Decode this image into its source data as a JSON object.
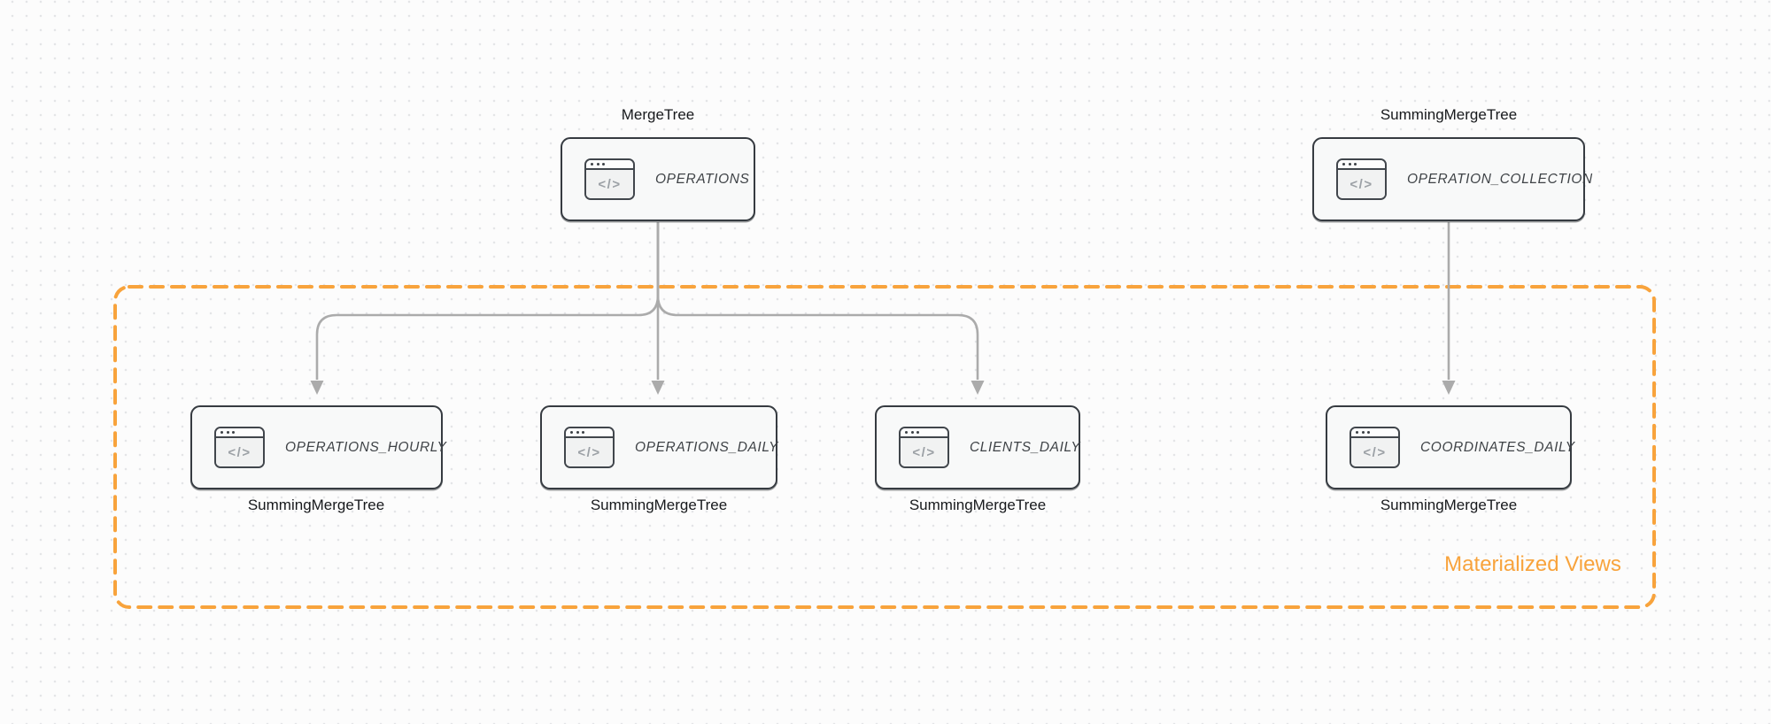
{
  "diagram": {
    "group_label": "Materialized Views",
    "icon_glyph": "</>",
    "nodes": {
      "operations": {
        "title": "OPERATIONS",
        "engine": "MergeTree"
      },
      "operation_collection": {
        "title": "OPERATION_COLLECTION",
        "engine": "SummingMergeTree"
      },
      "operations_hourly": {
        "title": "OPERATIONS_HOURLY",
        "engine": "SummingMergeTree"
      },
      "operations_daily": {
        "title": "OPERATIONS_DAILY",
        "engine": "SummingMergeTree"
      },
      "clients_daily": {
        "title": "CLIENTS_DAILY",
        "engine": "SummingMergeTree"
      },
      "coordinates_daily": {
        "title": "COORDINATES_DAILY",
        "engine": "SummingMergeTree"
      }
    },
    "edges": [
      {
        "from": "operations",
        "to": "operations_hourly"
      },
      {
        "from": "operations",
        "to": "operations_daily"
      },
      {
        "from": "operations",
        "to": "clients_daily"
      },
      {
        "from": "operation_collection",
        "to": "coordinates_daily"
      }
    ],
    "colors": {
      "orange": "#F8A33C",
      "arrow_gray": "#ABABAB",
      "node_border": "#363B41",
      "node_fill": "#F8F9F9",
      "label_text": "#17191C",
      "node_text": "#3F4347"
    }
  }
}
